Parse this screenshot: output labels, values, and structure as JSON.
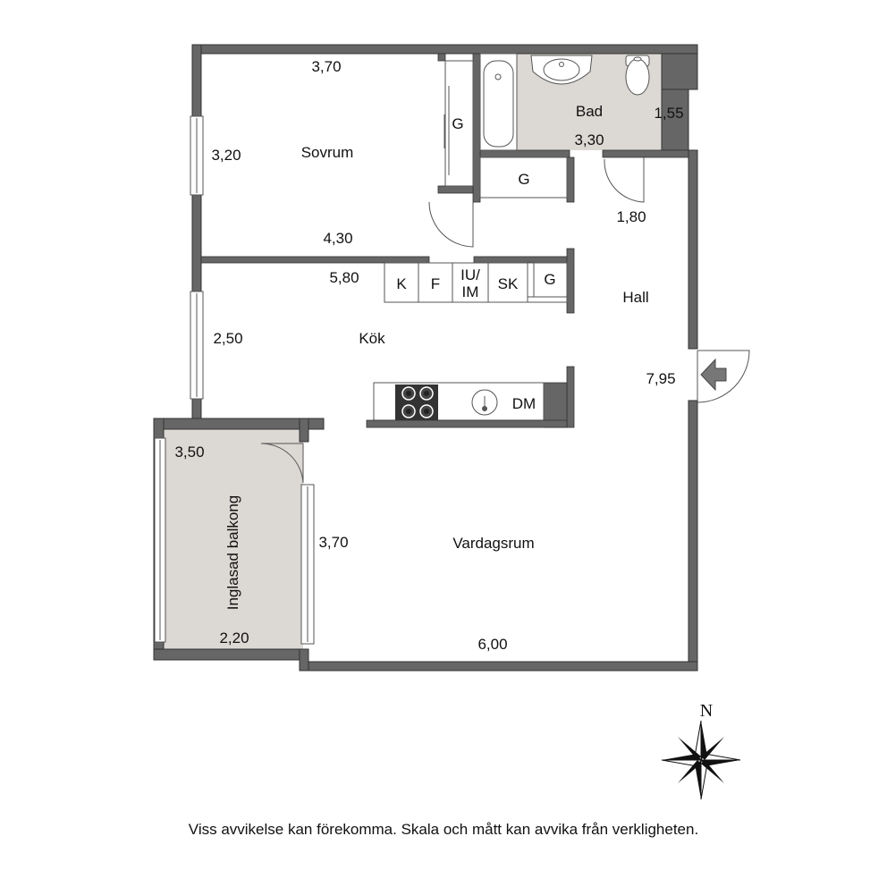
{
  "colors": {
    "wall": "#666666",
    "wall_outline": "#333333",
    "wet_floor": "#dcd8d4",
    "balcony_floor": "#dcd8d4",
    "line": "#555555"
  },
  "rooms": {
    "sovrum": {
      "name": "Sovrum",
      "width": "3,70",
      "depth": "3,20",
      "inner": "4,30"
    },
    "bad": {
      "name": "Bad",
      "width": "3,30",
      "depth": "1,55"
    },
    "hall": {
      "name": "Hall",
      "depth": "1,80"
    },
    "kok": {
      "name": "Kök",
      "width": "5,80",
      "depth": "2,50"
    },
    "vardagsrum": {
      "name": "Vardagsrum",
      "width": "6,00",
      "depth": "3,70",
      "total": "7,95"
    },
    "balkong": {
      "name": "Inglasad balkong",
      "width": "2,20",
      "depth": "3,50"
    }
  },
  "appliances": {
    "garderob": "G",
    "kyl": "K",
    "frys": "F",
    "iu_line1": "IU/",
    "iu_line2": "IM",
    "skap": "SK",
    "diskmaskin": "DM"
  },
  "compass": {
    "north": "N"
  },
  "footer": {
    "disclaimer": "Viss avvikelse kan förekomma. Skala och mått kan avvika från verkligheten."
  }
}
